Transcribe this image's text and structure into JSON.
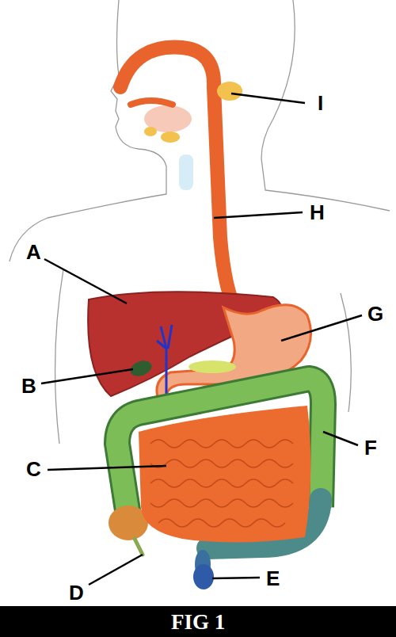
{
  "diagram": {
    "caption": "FIG 1",
    "labels": [
      "I",
      "H",
      "A",
      "G",
      "B",
      "C",
      "F",
      "D",
      "E"
    ]
  }
}
